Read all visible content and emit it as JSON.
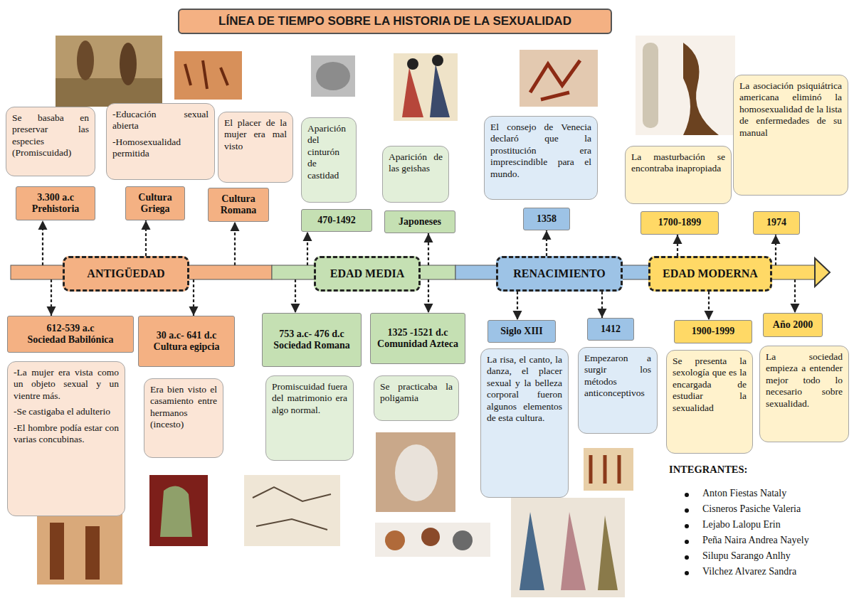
{
  "diagram": {
    "title": "LÍNEA DE TIEMPO SOBRE LA HISTORIA DE LA SEXUALIDAD",
    "nodes": [
      {
        "text": [
          "Se basaba en preservar las especies (Promiscuidad)"
        ]
      },
      {
        "text": [
          "-Educación sexual abierta",
          "-Homosexualidad permitida"
        ]
      },
      {
        "text": [
          "El placer de la mujer era mal visto"
        ]
      },
      {
        "text": [
          "Aparición del cinturón de castidad"
        ]
      },
      {
        "text": [
          "El consejo de Venecia declaró que la prostitución era imprescindible para el mundo."
        ]
      },
      {
        "text": [
          "La asociación psiquiátrica americana eliminó la homosexualidad de la lista de enfermedades de su manual"
        ]
      },
      {
        "text": [
          "Aparición de las geishas"
        ]
      },
      {
        "text": [
          "La masturbación se encontraba inapropiada"
        ]
      },
      {
        "text": [
          "3.300 a.c",
          "Prehistoria"
        ]
      },
      {
        "text": [
          "Cultura Griega"
        ]
      },
      {
        "text": [
          "Cultura Romana"
        ]
      },
      {
        "text": [
          "470-1492"
        ]
      },
      {
        "text": [
          "Japoneses"
        ]
      },
      {
        "text": [
          "1358"
        ]
      },
      {
        "text": [
          "1700-1899"
        ]
      },
      {
        "text": [
          "1974"
        ]
      },
      {
        "text": [
          "ANTIGÜEDAD"
        ]
      },
      {
        "text": [
          "EDAD MEDIA"
        ]
      },
      {
        "text": [
          "RENACIMIENTO"
        ]
      },
      {
        "text": [
          "EDAD MODERNA"
        ]
      },
      {
        "text": [
          "612-539 a.c",
          "Sociedad Babilónica"
        ]
      },
      {
        "text": [
          "30 a.c- 641 d.c",
          "Cultura egipcia"
        ]
      },
      {
        "text": [
          "753 a.c- 476 d.c",
          "Sociedad Romana"
        ]
      },
      {
        "text": [
          "1325 -1521 d.c",
          "Comunidad Azteca"
        ]
      },
      {
        "text": [
          "Siglo XIII"
        ]
      },
      {
        "text": [
          "1412"
        ]
      },
      {
        "text": [
          "1900-1999"
        ]
      },
      {
        "text": [
          "Año 2000"
        ]
      },
      {
        "text": [
          "-La mujer era vista como un objeto sexual y un vientre más.",
          "-Se castigaba el adulterio",
          "-El hombre podía estar con varias concubinas."
        ]
      },
      {
        "text": [
          "Era bien visto el casamiento entre hermanos (incesto)"
        ]
      },
      {
        "text": [
          "Promiscuidad fuera del matrimonio era algo normal."
        ]
      },
      {
        "text": [
          "Se practicaba la poligamia"
        ]
      },
      {
        "text": [
          "La risa, el canto, la danza, el placer sexual y la belleza corporal fueron algunos elementos de esta cultura."
        ]
      },
      {
        "text": [
          "Empezaron a surgir los métodos anticonceptivos"
        ]
      },
      {
        "text": [
          "Se presenta la sexología que es la encargada de estudiar la sexualidad"
        ]
      },
      {
        "text": [
          "La sociedad empieza a entender mejor todo lo necesario sobre sexualidad."
        ]
      }
    ],
    "edges": [
      {
        "from": 16,
        "to": 8,
        "arrow": "to"
      },
      {
        "from": 16,
        "to": 9,
        "arrow": "to"
      },
      {
        "from": 16,
        "to": 10,
        "arrow": "to"
      },
      {
        "from": 16,
        "to": 20,
        "arrow": "to"
      },
      {
        "from": 16,
        "to": 21,
        "arrow": "to"
      },
      {
        "from": 17,
        "to": 11,
        "arrow": "to"
      },
      {
        "from": 17,
        "to": 12,
        "arrow": "to"
      },
      {
        "from": 17,
        "to": 22,
        "arrow": "to"
      },
      {
        "from": 17,
        "to": 23,
        "arrow": "to"
      },
      {
        "from": 18,
        "to": 13,
        "arrow": "to"
      },
      {
        "from": 18,
        "to": 24,
        "arrow": "to"
      },
      {
        "from": 18,
        "to": 25,
        "arrow": "to"
      },
      {
        "from": 19,
        "to": 14,
        "arrow": "to"
      },
      {
        "from": 19,
        "to": 15,
        "arrow": "to"
      },
      {
        "from": 19,
        "to": 26,
        "arrow": "to"
      },
      {
        "from": 19,
        "to": 27,
        "arrow": "to"
      }
    ],
    "labels": [
      "INTEGRANTES:",
      "Anton Fiestas Nataly",
      "Cisneros Pasiche Valeria",
      "Lejabo Lalopu Erin",
      "Peña Naira Andrea Nayely",
      "Silupu Sarango Anlhy",
      "Vilchez Alvarez Sandra"
    ]
  }
}
